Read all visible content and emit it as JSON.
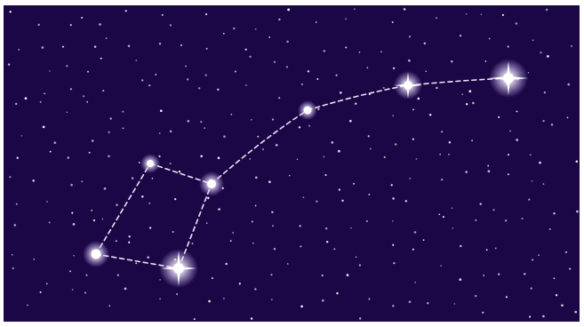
{
  "scene": {
    "subject": "constellation",
    "colors": {
      "sky": "#1b0746",
      "star": "#ffffff",
      "glow": "#f3e9ff",
      "line": "#e9e3f5",
      "frame": "#ffffff"
    },
    "main_stars": [
      {
        "id": "star-1",
        "brightness": "bright"
      },
      {
        "id": "star-2",
        "brightness": "bright"
      },
      {
        "id": "star-3",
        "brightness": "dim"
      },
      {
        "id": "star-4",
        "brightness": "medium"
      },
      {
        "id": "star-5",
        "brightness": "dim"
      },
      {
        "id": "star-6",
        "brightness": "medium"
      },
      {
        "id": "star-7",
        "brightness": "bright"
      }
    ]
  }
}
